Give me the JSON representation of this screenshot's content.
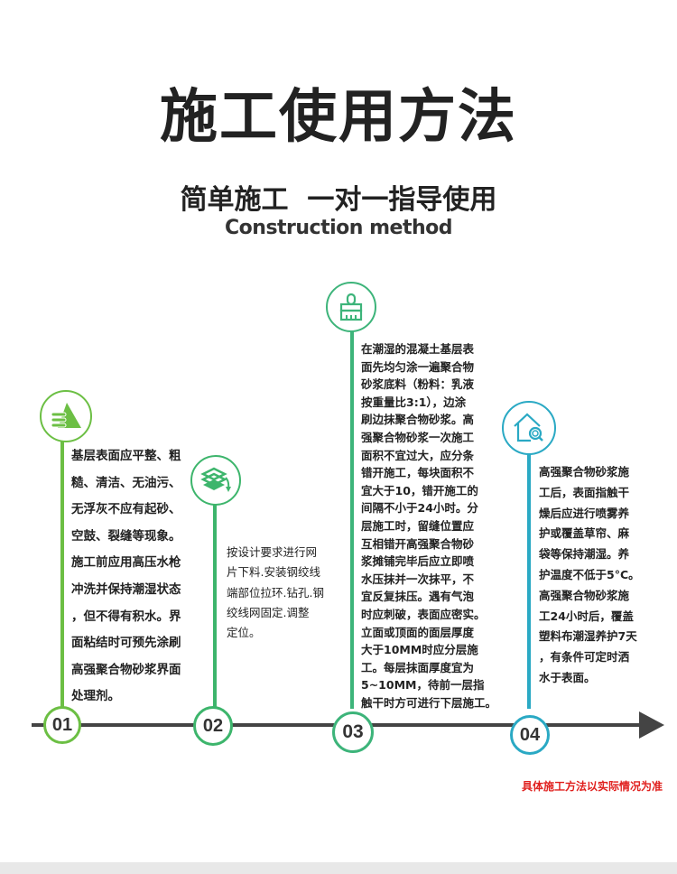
{
  "header": {
    "title": "施工使用方法",
    "subtitle": "简单施工  一对一指导使用",
    "subtitle_en": "Construction method"
  },
  "colors": {
    "step1": "#6cbf44",
    "step2": "#3db56c",
    "step3": "#3db47a",
    "step4": "#2aa9c4",
    "timeline": "#444444",
    "note": "#e0201e"
  },
  "steps": [
    {
      "number": "01",
      "icon": "layers-triangle-icon",
      "lines": [
        "基层表面应平整、粗",
        "糙、清洁、无油污、",
        "无浮灰不应有起砂、",
        "空鼓、裂缝等现象。",
        "施工前应用高压水枪",
        "冲洗并保持潮湿状态",
        "，但不得有积水。界",
        "面粘结时可预先涂刷",
        "高强聚合物砂浆界面",
        "处理剂。"
      ]
    },
    {
      "number": "02",
      "icon": "stacked-sheets-icon",
      "lines": [
        "按设计要求进行网",
        "片下料.安装钢绞线",
        "端部位拉环.钻孔.钢",
        "绞线网固定.调整",
        "定位。"
      ]
    },
    {
      "number": "03",
      "icon": "brush-icon",
      "lines": [
        "在潮湿的混凝土基层表",
        "面先均匀涂一遍聚合物",
        "砂浆底料（粉料：乳液",
        "按重量比3:1），边涂",
        "刷边抹聚合物砂浆。高",
        "强聚合物砂浆一次施工",
        "面积不宜过大，应分条",
        "错开施工，每块面积不",
        "宜大于10，错开施工的",
        "间隔不小于24小时。分",
        "层施工时，留缝位置应",
        "互相错开高强聚合物砂",
        "浆摊铺完毕后应立即喷",
        "水压抹并一次抹平，不",
        "宜反复抹压。遇有气泡",
        "时应刺破，表面应密实。",
        "立面或顶面的面层厚度",
        "大于10MM时应分层施",
        "工。每层抹面厚度宜为",
        "5~10MM，待前一层指",
        "触干时方可进行下层施工。"
      ]
    },
    {
      "number": "04",
      "icon": "house-search-icon",
      "lines": [
        "高强聚合物砂浆施",
        "工后，表面指触干",
        "燥后应进行喷雾养",
        "护或覆盖草帘、麻",
        "袋等保持潮湿。养",
        "护温度不低于5°C。",
        "高强聚合物砂浆施",
        "工24小时后，覆盖",
        "塑料布潮湿养护7天",
        "，有条件可定时洒",
        "水于表面。"
      ]
    }
  ],
  "note": "具体施工方法以实际情况为准"
}
